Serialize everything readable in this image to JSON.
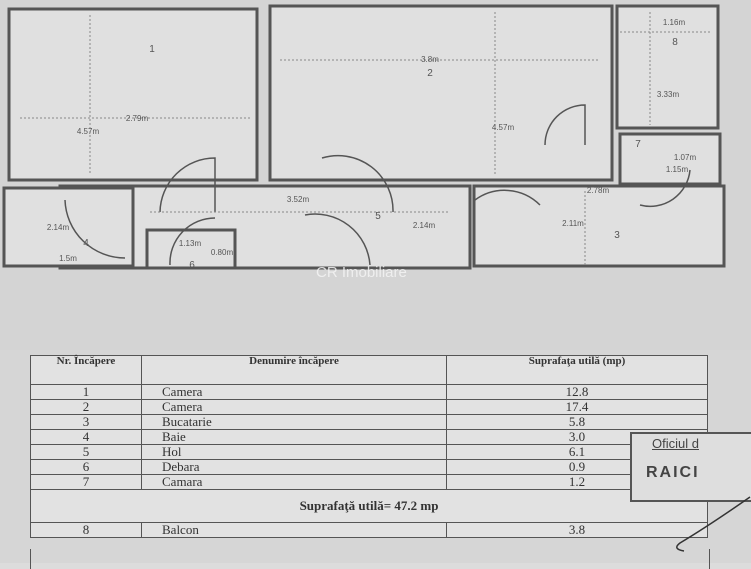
{
  "plan": {
    "rooms": [
      "1",
      "2",
      "3",
      "4",
      "5",
      "6",
      "7",
      "8"
    ],
    "dims": {
      "r1_w": "2.79m",
      "r1_h": "4.57m",
      "r2_w": "3.8m",
      "r2_h": "4.57m",
      "r8_w": "1.16m",
      "r8_h": "3.33m",
      "r7_w": "1.07m",
      "r7_h": "1.15m",
      "r5_w": "3.52m",
      "r5_h": "2.14m",
      "r4_h": "2.14m",
      "r4_w": "1.5m",
      "r6_w": "1.13m",
      "r6_h": "0.80m",
      "r3_w": "2.78m",
      "r3_h": "2.11m"
    },
    "watermark": "CR Imobiliare"
  },
  "table": {
    "headers": [
      "Nr. Încăpere",
      "Denumire încăpere",
      "Suprafaţa utilă (mp)"
    ],
    "rows": [
      {
        "nr": "1",
        "name": "Camera",
        "area": "12.8"
      },
      {
        "nr": "2",
        "name": "Camera",
        "area": "17.4"
      },
      {
        "nr": "3",
        "name": "Bucatarie",
        "area": "5.8"
      },
      {
        "nr": "4",
        "name": "Baie",
        "area": "3.0"
      },
      {
        "nr": "5",
        "name": "Hol",
        "area": "6.1"
      },
      {
        "nr": "6",
        "name": "Debara",
        "area": "0.9"
      },
      {
        "nr": "7",
        "name": "Camara",
        "area": "1.2"
      }
    ],
    "total": "Suprafaţă utilă= 47.2 mp",
    "balcony": {
      "nr": "8",
      "name": "Balcon",
      "area": "3.8"
    }
  },
  "stamp": {
    "line1": "Oficiul d",
    "line2": "RAICI"
  }
}
